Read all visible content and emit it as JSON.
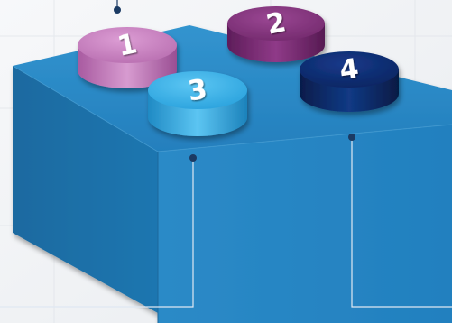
{
  "colors": {
    "background": "#f4f5f7",
    "block_top": "#2a87c3",
    "block_front": "#2a86c2",
    "block_left": "#1c6fa6",
    "connector": "#1b3a63",
    "stud_1": "#c07ab8",
    "stud_2": "#7a2a74",
    "stud_3": "#2ea6e0",
    "stud_4": "#0c2a66",
    "label_text": "#ffffff"
  },
  "studs": [
    {
      "id": "1",
      "label": "1",
      "color_key": "stud_1"
    },
    {
      "id": "2",
      "label": "2",
      "color_key": "stud_2"
    },
    {
      "id": "3",
      "label": "3",
      "color_key": "stud_3"
    },
    {
      "id": "4",
      "label": "4",
      "color_key": "stud_4"
    }
  ]
}
